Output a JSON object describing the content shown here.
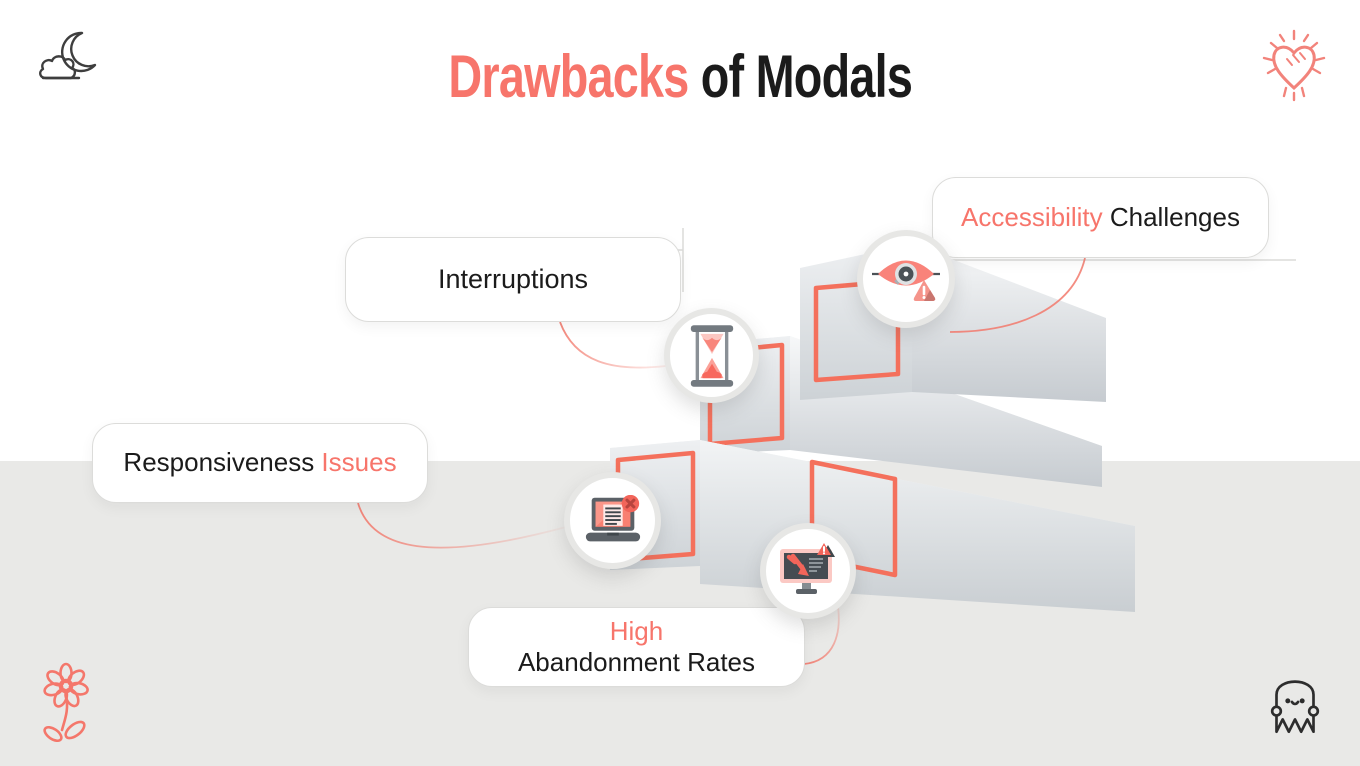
{
  "title": {
    "accent": "Drawbacks",
    "rest": " of Modals"
  },
  "callouts": {
    "interruptions": {
      "label": "Interruptions"
    },
    "accessibility": {
      "accent": "Accessibility",
      "rest": " Challenges"
    },
    "responsiveness": {
      "rest": "Responsiveness ",
      "accent": "Issues"
    },
    "abandonment": {
      "accent_line": "High",
      "rest_line": "Abandonment Rates"
    }
  },
  "icons": {
    "hourglass": "hourglass-icon",
    "eye": "accessibility-eye-warning-icon",
    "laptop": "laptop-error-icon",
    "monitor": "declining-chart-monitor-warning-icon"
  },
  "decorations": {
    "top_left": "moon-and-cloud-doodle",
    "top_right": "sparkling-heart-doodle",
    "bottom_left": "flower-doodle",
    "bottom_right": "ghost-doodle"
  },
  "illustration": {
    "subject": "stack-of-3d-modal-windows"
  },
  "colors": {
    "accent": "#F7756B",
    "accent_stroke": "#F4705C",
    "text_dark": "#1B1B1B",
    "bg_top": "#FFFFFF",
    "bg_bottom": "#E9E9E7",
    "bubble_border": "#DCDCDA"
  }
}
